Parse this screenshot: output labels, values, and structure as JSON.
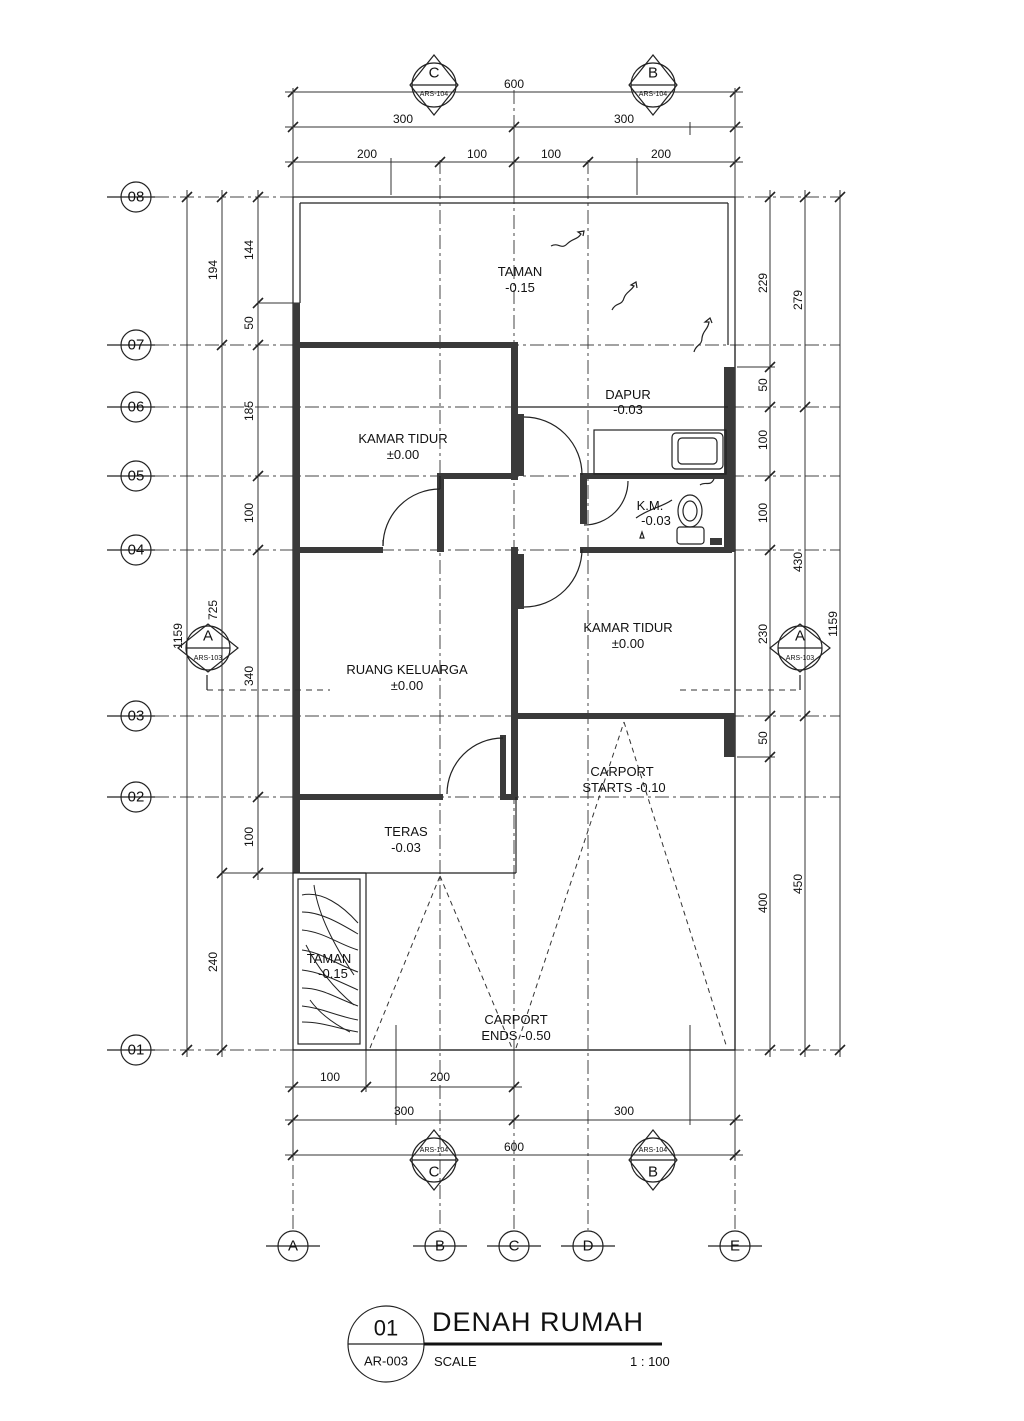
{
  "rooms": {
    "taman_top": {
      "name": "TAMAN",
      "level": "-0.15"
    },
    "dapur": {
      "name": "DAPUR",
      "level": "-0.03"
    },
    "kamar_tidur_1": {
      "name": "KAMAR  TIDUR",
      "level": "±0.00"
    },
    "km": {
      "name": "K.M.",
      "level": "-0.03"
    },
    "kamar_tidur_2": {
      "name": "KAMAR  TIDUR",
      "level": "±0.00"
    },
    "ruang_keluarga": {
      "name": "RUANG  KELUARGA",
      "level": "±0.00"
    },
    "carport_start": {
      "name": "CARPORT",
      "level": "STARTS  -0.10"
    },
    "teras": {
      "name": "TERAS",
      "level": "-0.03"
    },
    "taman_bottom": {
      "name": "TAMAN",
      "level": "-0.15"
    },
    "carport_end": {
      "name": "CARPORT",
      "level": "ENDS  -0.50"
    }
  },
  "grid_columns": [
    "A",
    "B",
    "C",
    "D",
    "E"
  ],
  "grid_rows": [
    "08",
    "07",
    "06",
    "05",
    "04",
    "03",
    "02",
    "01"
  ],
  "dimensions": {
    "top_total": "600",
    "top_half": [
      "300",
      "300"
    ],
    "top_parts": [
      "200",
      "100",
      "100",
      "200"
    ],
    "bottom_parts": [
      "100",
      "200"
    ],
    "bottom_half": [
      "300",
      "300"
    ],
    "bottom_total": "600",
    "left_outer": "1159",
    "left_mid": [
      "194",
      "725",
      "240"
    ],
    "left_inner": [
      "144",
      "50",
      "185",
      "100",
      "340",
      "100"
    ],
    "right_inner": [
      "229",
      "50",
      "100",
      "100",
      "230",
      "50",
      "400"
    ],
    "right_mid": [
      "279",
      "430",
      "450"
    ],
    "right_outer": "1159"
  },
  "section_markers": {
    "top_c": {
      "letter": "C",
      "ref": "ARS-104"
    },
    "top_b": {
      "letter": "B",
      "ref": "ARS-104"
    },
    "bottom_c": {
      "letter": "C",
      "ref": "ARS-104"
    },
    "bottom_b": {
      "letter": "B",
      "ref": "ARS-104"
    },
    "left_a": {
      "letter": "A",
      "ref": "ARS-103"
    },
    "right_a": {
      "letter": "A",
      "ref": "ARS-103"
    }
  },
  "title_block": {
    "number": "01",
    "sheet": "AR-003",
    "title": "DENAH RUMAH",
    "scale_label": "SCALE",
    "scale_value": "1 : 100"
  }
}
